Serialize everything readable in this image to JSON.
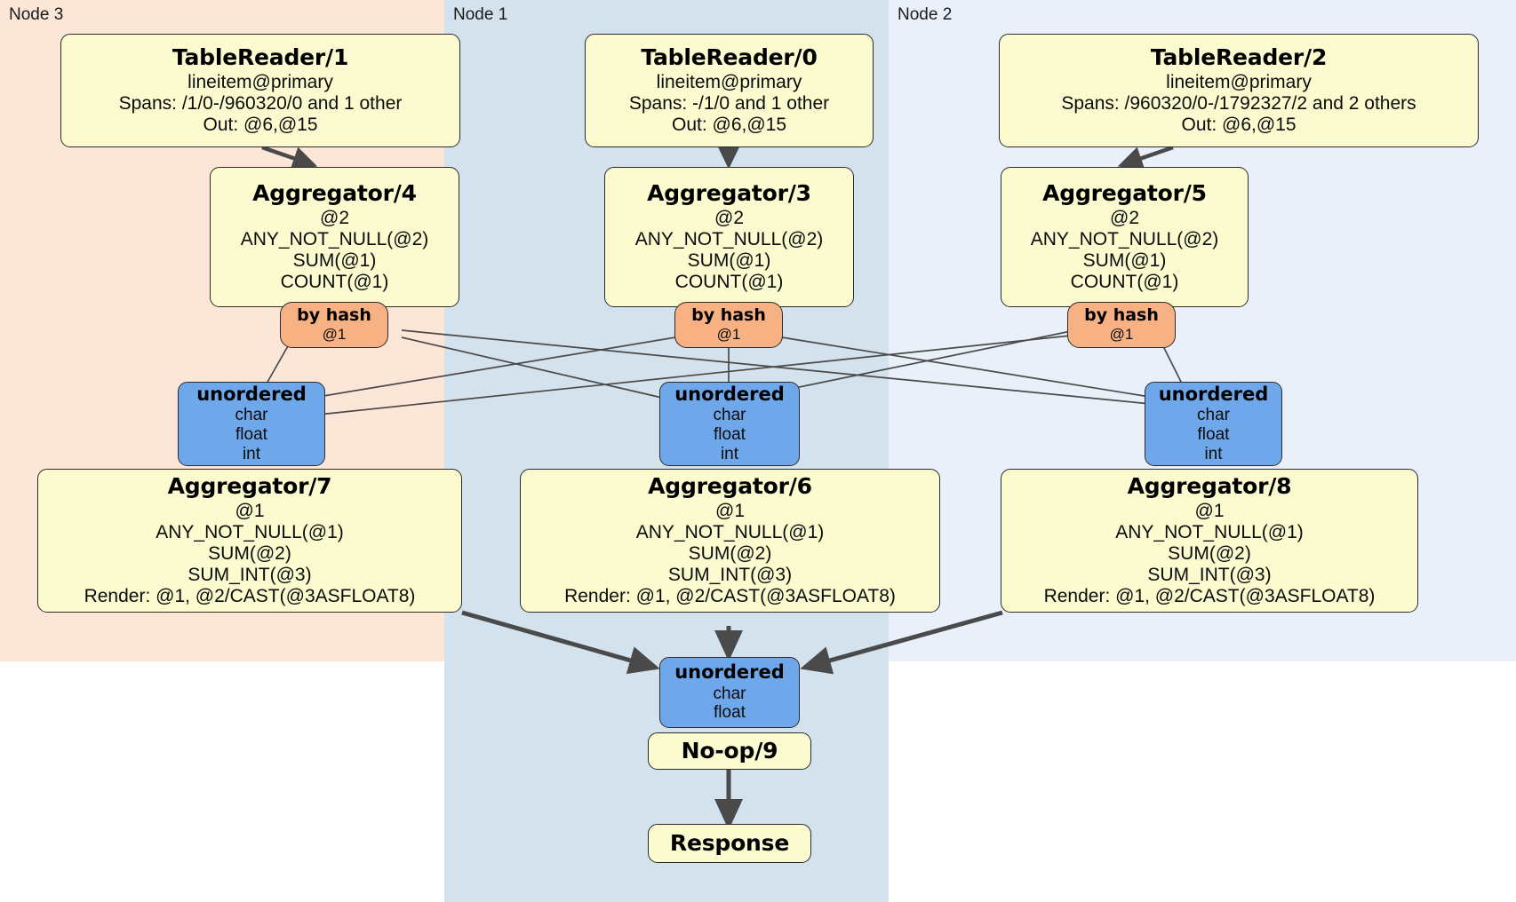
{
  "diagram": {
    "type": "distsql-physical-plan",
    "title": "Distributed SQL query plan",
    "colors": {
      "node3_lane": "#fce6d8",
      "node1_lane": "#d3e2ed",
      "node2_lane": "#e9f0fa",
      "processor_box": "#fbfbcf",
      "router_pill": "#f7b183",
      "inbox_box": "#6ea8ea",
      "edge": "#4a4a4a",
      "border": "#2b2b2b"
    }
  },
  "lanes": [
    {
      "id": "node3",
      "label": "Node 3"
    },
    {
      "id": "node1",
      "label": "Node 1"
    },
    {
      "id": "node2",
      "label": "Node 2"
    }
  ],
  "processors": {
    "tablereader_1": {
      "title": "TableReader/1",
      "table": "lineitem@primary",
      "spans": "Spans: /1/0-/960320/0 and 1 other",
      "out": "Out: @6,@15"
    },
    "tablereader_0": {
      "title": "TableReader/0",
      "table": "lineitem@primary",
      "spans": "Spans: -/1/0 and 1 other",
      "out": "Out: @6,@15"
    },
    "tablereader_2": {
      "title": "TableReader/2",
      "table": "lineitem@primary",
      "spans": "Spans: /960320/0-/1792327/2 and 2 others",
      "out": "Out: @6,@15"
    },
    "aggregator_4": {
      "title": "Aggregator/4",
      "group": "@2",
      "agg1": "ANY_NOT_NULL(@2)",
      "agg2": "SUM(@1)",
      "agg3": "COUNT(@1)"
    },
    "aggregator_3": {
      "title": "Aggregator/3",
      "group": "@2",
      "agg1": "ANY_NOT_NULL(@2)",
      "agg2": "SUM(@1)",
      "agg3": "COUNT(@1)"
    },
    "aggregator_5": {
      "title": "Aggregator/5",
      "group": "@2",
      "agg1": "ANY_NOT_NULL(@2)",
      "agg2": "SUM(@1)",
      "agg3": "COUNT(@1)"
    },
    "aggregator_7": {
      "title": "Aggregator/7",
      "group": "@1",
      "agg1": "ANY_NOT_NULL(@1)",
      "agg2": "SUM(@2)",
      "agg3": "SUM_INT(@3)",
      "render": "Render: @1, @2/CAST(@3ASFLOAT8)"
    },
    "aggregator_6": {
      "title": "Aggregator/6",
      "group": "@1",
      "agg1": "ANY_NOT_NULL(@1)",
      "agg2": "SUM(@2)",
      "agg3": "SUM_INT(@3)",
      "render": "Render: @1, @2/CAST(@3ASFLOAT8)"
    },
    "aggregator_8": {
      "title": "Aggregator/8",
      "group": "@1",
      "agg1": "ANY_NOT_NULL(@1)",
      "agg2": "SUM(@2)",
      "agg3": "SUM_INT(@3)",
      "render": "Render: @1, @2/CAST(@3ASFLOAT8)"
    },
    "noop_9": {
      "title": "No-op/9"
    },
    "response": {
      "title": "Response"
    }
  },
  "routers": {
    "by_hash_node3": {
      "title": "by hash",
      "column": "@1"
    },
    "by_hash_node1": {
      "title": "by hash",
      "column": "@1"
    },
    "by_hash_node2": {
      "title": "by hash",
      "column": "@1"
    }
  },
  "inboxes": {
    "unordered_node3": {
      "title": "unordered",
      "t1": "char",
      "t2": "float",
      "t3": "int"
    },
    "unordered_node1": {
      "title": "unordered",
      "t1": "char",
      "t2": "float",
      "t3": "int"
    },
    "unordered_node2": {
      "title": "unordered",
      "t1": "char",
      "t2": "float",
      "t3": "int"
    },
    "unordered_final": {
      "title": "unordered",
      "t1": "char",
      "t2": "float"
    }
  }
}
